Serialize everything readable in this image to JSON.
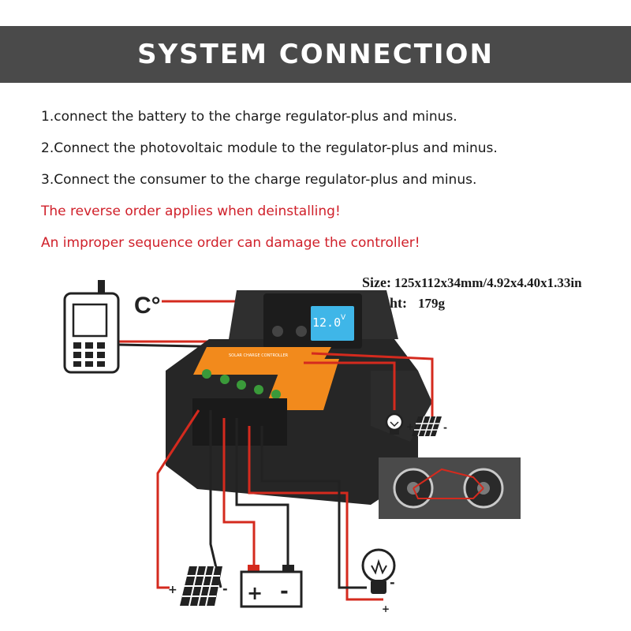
{
  "header": {
    "title": "SYSTEM CONNECTION"
  },
  "instructions": [
    "1.connect the battery to the charge regulator-plus and minus.",
    "2.Connect the photovoltaic module to the regulator-plus and minus.",
    "3.Connect the consumer to the charge regulator-plus and minus."
  ],
  "warnings": [
    "The reverse order applies when deinstalling!",
    "An improper sequence order can damage the controller!"
  ],
  "specs": {
    "size_label": "Size:",
    "size_value": "125x112x34mm/4.92x4.40x1.33in",
    "weight_label": "weight:",
    "weight_value": "179g"
  },
  "diagram": {
    "temperature_label": "C°",
    "lcd_reading": "12.0",
    "lcd_unit": "V",
    "controller_label": "SOLAR CHARGE CONTROLLER",
    "plus": "+",
    "minus": "-",
    "colors": {
      "wire_red": "#d42a1e",
      "wire_black": "#222222",
      "controller_body": "#2b2b2b",
      "controller_orange": "#f28a1c",
      "terminal_green": "#3a9a3a",
      "lcd_blue": "#3fb6e8"
    }
  }
}
